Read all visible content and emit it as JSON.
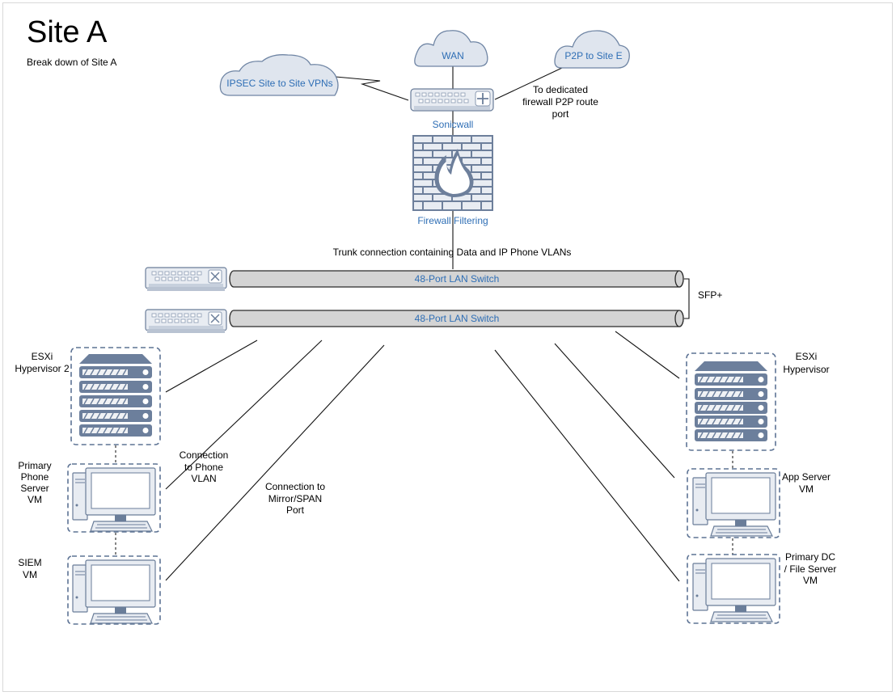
{
  "title": "Site A",
  "subtitle": "Break down of Site A",
  "clouds": {
    "wan": "WAN",
    "p2p": "P2P to Site E",
    "ipsec": "IPSEC Site to Site VPNs"
  },
  "firewall": {
    "sonicwall": "Sonicwall",
    "filtering": "Firewall Filtering",
    "p2p_note": [
      "To dedicated",
      "firewall P2P route",
      "port"
    ]
  },
  "trunk_label": "Trunk connection containing Data and IP Phone VLANs",
  "switches": {
    "top": "48-Port LAN Switch",
    "bottom": "48-Port LAN Switch",
    "sfp": "SFP+"
  },
  "left_hosts": {
    "hypervisor": [
      "ESXi",
      "Hypervisor 2"
    ],
    "phone_vm": [
      "Primary",
      "Phone",
      "Server",
      "VM"
    ],
    "siem_vm": [
      "SIEM",
      "VM"
    ]
  },
  "right_hosts": {
    "hypervisor": [
      "ESXi",
      "Hypervisor"
    ],
    "app_vm": [
      "App Server",
      "VM"
    ],
    "dc_vm": [
      "Primary DC",
      "/ File Server",
      "VM"
    ]
  },
  "annotations": {
    "phone_vlan": [
      "Connection",
      "to Phone",
      "VLAN"
    ],
    "mirror": [
      "Connection to",
      "Mirror/SPAN",
      "Port"
    ]
  },
  "colors": {
    "accent_text": "#2e6eb5",
    "device_fill": "#e8ecf2",
    "device_stroke": "#6a7d99",
    "cloud_fill": "#dfe5ee",
    "pipe_fill": "#d4d4d4"
  }
}
